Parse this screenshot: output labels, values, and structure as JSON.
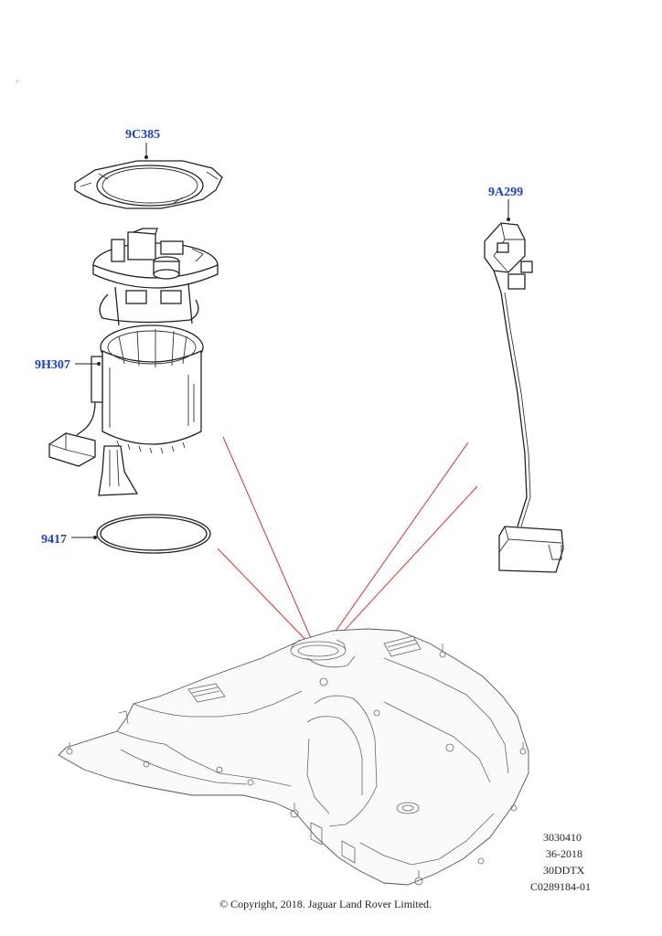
{
  "parts": [
    {
      "id": "9C385"
    },
    {
      "id": "9H307"
    },
    {
      "id": "9417"
    },
    {
      "id": "9A299"
    }
  ],
  "info_block": {
    "line1": "3030410",
    "line2": "36-2018",
    "line3": "30DDTX",
    "line4": "C0289184-01"
  },
  "copyright": "© Copyright, 2018. Jaguar Land Rover Limited.",
  "colors": {
    "label": "#1a3fd0",
    "callout_lines": "#e03030",
    "linework": "#222222"
  }
}
